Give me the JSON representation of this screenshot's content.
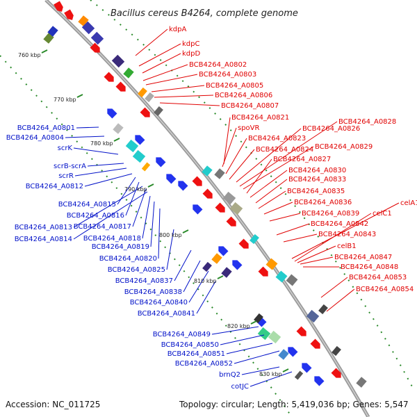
{
  "title": "Bacillus cereus B4264, complete genome",
  "footer": {
    "accession": "Accession: NC_011725",
    "summary": "Topology: circular; Length: 5,419,036 bp; Genes: 5,547"
  },
  "colors": {
    "forward_label": "#e00000",
    "reverse_label": "#0010c8",
    "backbone": "#8c8c8c",
    "tick": "#2a8a2a"
  },
  "kbp_ticks": [
    "760 kbp",
    "770 kbp",
    "780 kbp",
    "790 kbp",
    "800 kbp",
    "810 kbp",
    "820 kbp",
    "830 kbp"
  ],
  "forward_genes": [
    "kdpA",
    "kdpC",
    "kdpD",
    "BCB4264_A0802",
    "BCB4264_A0803",
    "BCB4264_A0805",
    "BCB4264_A0806",
    "BCB4264_A0807",
    "BCB4264_A0821",
    "spoVR",
    "BCB4264_A0823",
    "BCB4264_A0824",
    "BCB4264_A0826",
    "BCB4264_A0828",
    "BCB4264_A0829",
    "BCB4264_A0827",
    "BCB4264_A0830",
    "BCB4264_A0833",
    "BCB4264_A0835",
    "BCB4264_A0836",
    "BCB4264_A0839",
    "BCB4264_A0842",
    "BCB4264_A0843",
    "celA1",
    "celC1",
    "celB1",
    "BCB4264_A0847",
    "BCB4264_A0848",
    "BCB4264_A0853",
    "BCB4264_A0854"
  ],
  "reverse_genes": [
    "BCB4264_A0801",
    "BCB4264_A0804",
    "scrK",
    "scrB-scrA",
    "scrR",
    "BCB4264_A0812",
    "BCB4264_A0815",
    "BCB4264_A0816",
    "BCB4264_A0813",
    "BCB4264_A0817",
    "BCB4264_A0814",
    "BCB4264_A0818",
    "BCB4264_A0819",
    "BCB4264_A0820",
    "BCB4264_A0825",
    "BCB4264_A0837",
    "BCB4264_A0838",
    "BCB4264_A0840",
    "BCB4264_A0841",
    "BCB4264_A0849",
    "BCB4264_A0850",
    "BCB4264_A0851",
    "BCB4264_A0852",
    "brnQ2",
    "cotJC"
  ]
}
